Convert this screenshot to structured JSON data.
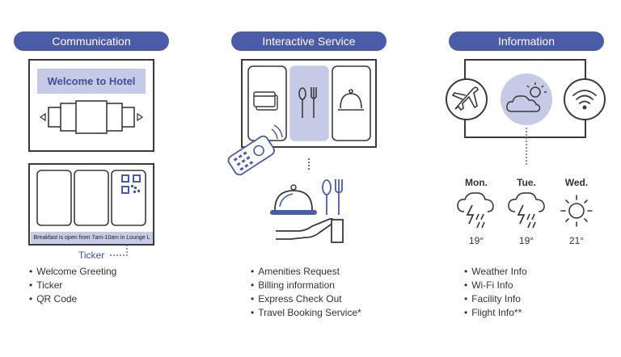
{
  "communication": {
    "title": "Communication",
    "welcome_text": "Welcome to Hotel",
    "ticker_text": "Breakfast is open from 7am-10am in Lounge L",
    "ticker_label": "Ticker",
    "features": [
      "Welcome Greeting",
      "Ticker",
      "QR Code"
    ]
  },
  "interactive": {
    "title": "Interactive Service",
    "features": [
      "Amenities Request",
      "Billing information",
      "Express Check Out",
      "Travel Booking Service*"
    ]
  },
  "information": {
    "title": "Information",
    "forecast": [
      {
        "day": "Mon.",
        "temp": "19°",
        "icon": "storm-icon"
      },
      {
        "day": "Tue.",
        "temp": "19°",
        "icon": "storm-icon"
      },
      {
        "day": "Wed.",
        "temp": "21°",
        "icon": "sun-icon"
      }
    ],
    "features": [
      "Weather Info",
      "Wi-Fi Info",
      "Facility Info",
      "Flight Info**"
    ]
  },
  "colors": {
    "accent": "#4a5ba8",
    "highlight": "#c5cbe6",
    "line": "#3a3a3a"
  }
}
